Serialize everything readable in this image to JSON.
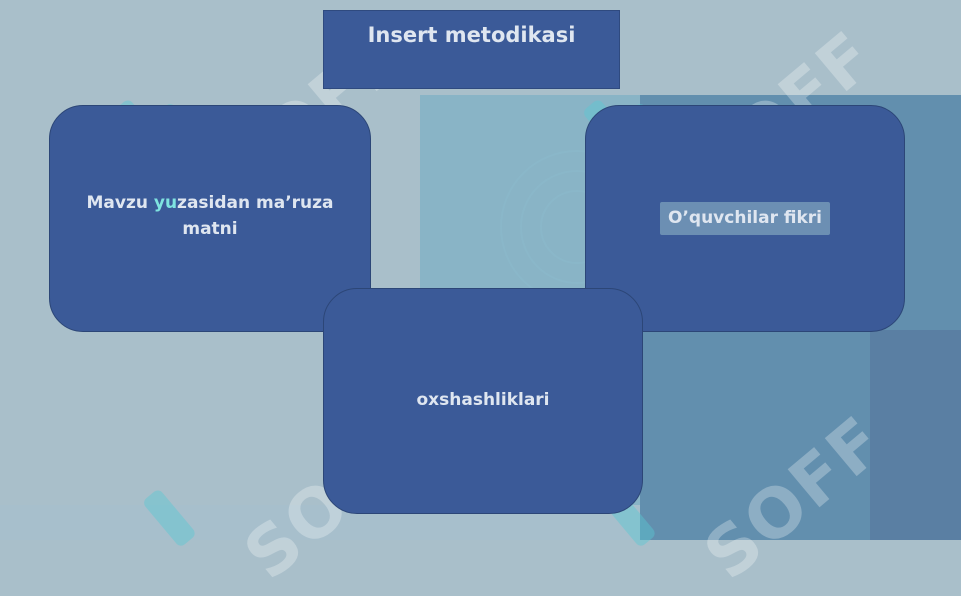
{
  "slide": {
    "title": "Insert metodikasi",
    "boxes": {
      "left_prefix": "Mavzu ",
      "left_highlight": "yu",
      "left_suffix": "zasidan ma’ruza matni",
      "right": "O’quvchilar fikri",
      "center": "oxshashliklari"
    },
    "watermark": {
      "text": "SOFF",
      "color": "#ffffff"
    }
  },
  "colors": {
    "box_fill": "#3b5a98",
    "box_text": "#dfe6f0",
    "highlight": "#7fe3e0",
    "background": "#a9bfca"
  }
}
